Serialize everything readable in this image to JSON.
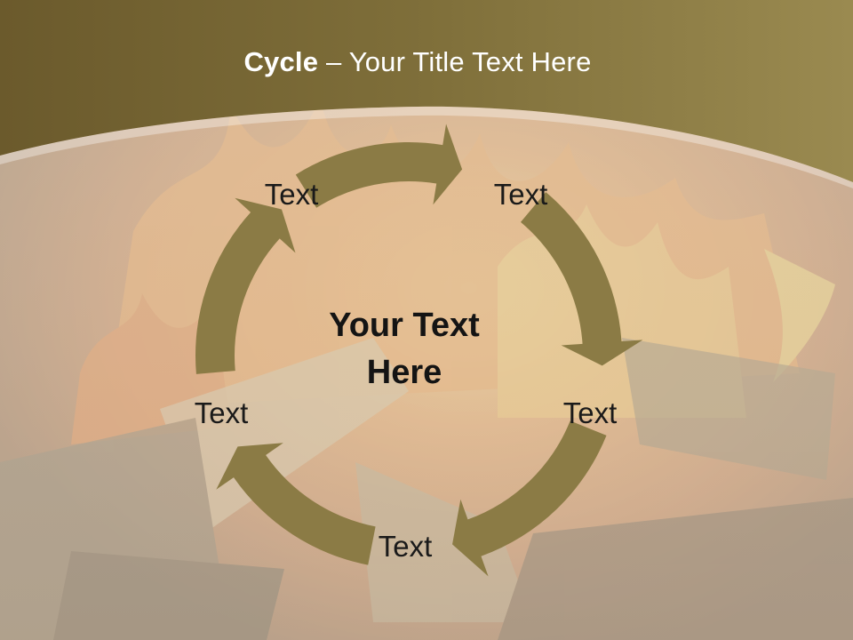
{
  "slide": {
    "title_bold": "Cycle",
    "title_rest": " – Your Title Text Here",
    "center_text": "Your Text Here",
    "labels": [
      "Text",
      "Text",
      "Text",
      "Text",
      "Text"
    ]
  },
  "colors": {
    "banner": "#7a6a35",
    "arrow": "#8b7b45",
    "overlay": "#c8c2a8"
  }
}
